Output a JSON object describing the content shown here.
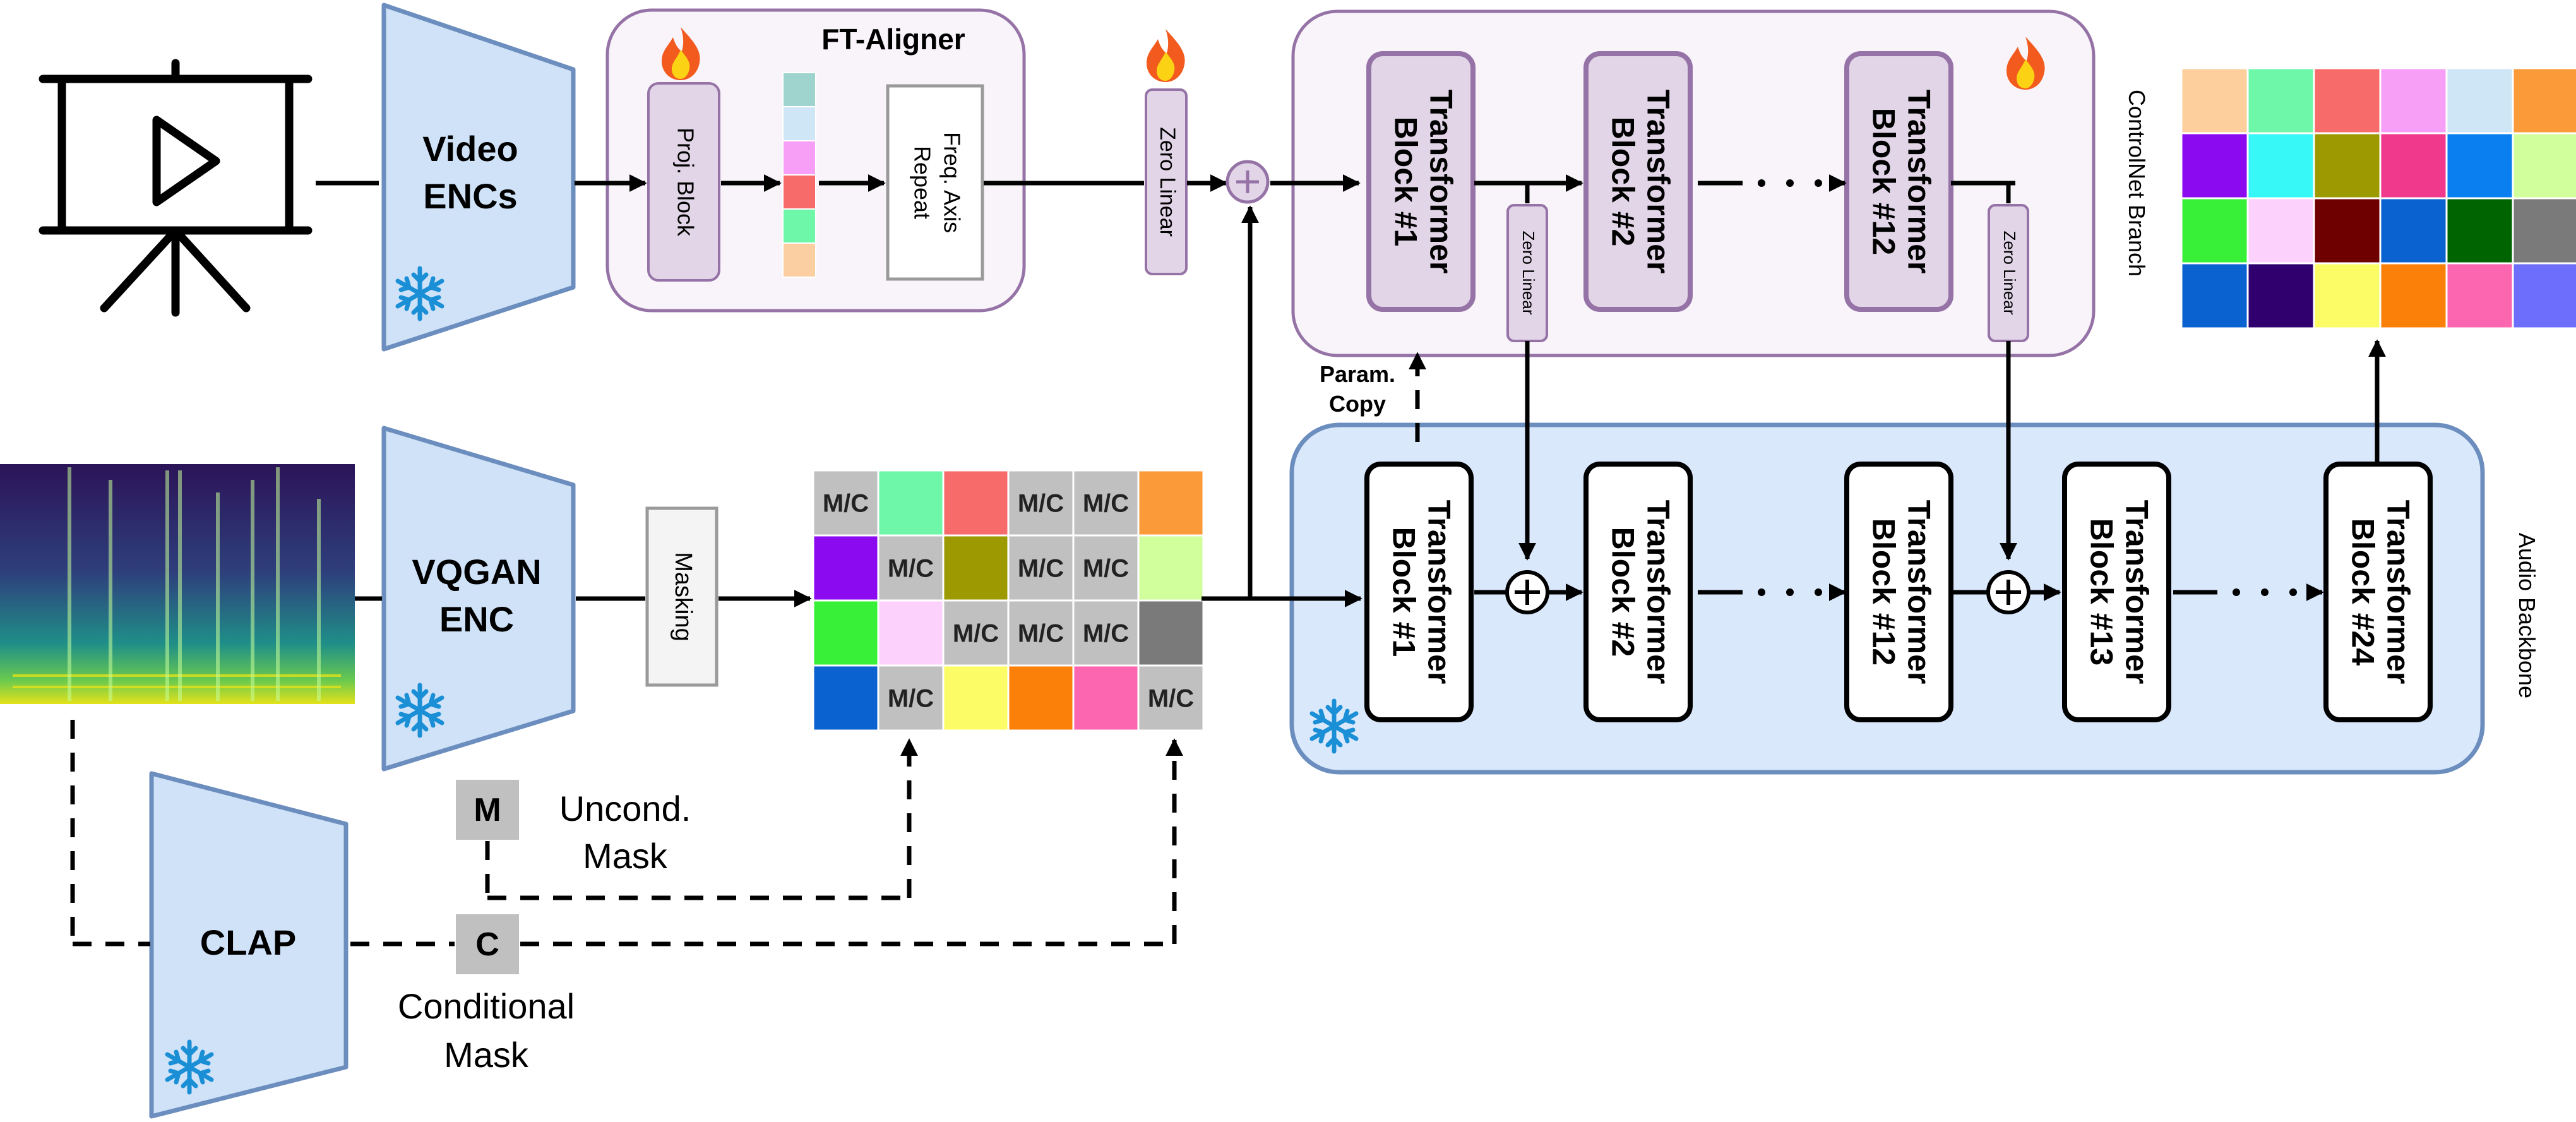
{
  "branches": {
    "ft_aligner_title": "FT-Aligner",
    "controlnet_label": "ControlNet Branch",
    "backbone_label": "Audio Backbone"
  },
  "encoders": {
    "video_line1": "Video",
    "video_line2": "ENCs",
    "vqgan_line1": "VQGAN",
    "vqgan_line2": "ENC",
    "clap": "CLAP"
  },
  "aligner": {
    "proj_block": "Proj. Block",
    "freq_line1": "Freq. Axis",
    "freq_line2": "Repeat",
    "zero_linear": "Zero Linear",
    "token_colors": [
      "#9fd4ce",
      "#cfe6f7",
      "#f79ff7",
      "#f76b6b",
      "#6ff7a9",
      "#fccfa3"
    ]
  },
  "masking": {
    "label": "Masking",
    "uncond_line1": "Uncond.",
    "uncond_line2": "Mask",
    "uncond_badge": "M",
    "cond_line1": "Conditional",
    "cond_line2": "Mask",
    "cond_badge": "C"
  },
  "param_copy": {
    "line1": "Param.",
    "line2": "Copy"
  },
  "transformer": {
    "line1": "Transformer",
    "controlnet_blocks": [
      "Block #1",
      "Block #2",
      "Block #12"
    ],
    "backbone_blocks": [
      "Block #1",
      "Block #2",
      "Block #12",
      "Block #13",
      "Block #24"
    ],
    "zero_linear": "Zero Linear"
  },
  "token_grid": {
    "cells": [
      [
        {
          "t": "M/C",
          "c": "#c0c0c0"
        },
        {
          "t": "",
          "c": "#6ff7a9"
        },
        {
          "t": "",
          "c": "#f76b6b"
        },
        {
          "t": "M/C",
          "c": "#c0c0c0"
        },
        {
          "t": "M/C",
          "c": "#c0c0c0"
        },
        {
          "t": "",
          "c": "#fa9a38"
        }
      ],
      [
        {
          "t": "",
          "c": "#8c0af0"
        },
        {
          "t": "M/C",
          "c": "#c0c0c0"
        },
        {
          "t": "",
          "c": "#9c9a00"
        },
        {
          "t": "M/C",
          "c": "#c0c0c0"
        },
        {
          "t": "M/C",
          "c": "#c0c0c0"
        },
        {
          "t": "",
          "c": "#d1ff9c"
        }
      ],
      [
        {
          "t": "",
          "c": "#38f038"
        },
        {
          "t": "",
          "c": "#fcd1fc"
        },
        {
          "t": "M/C",
          "c": "#c0c0c0"
        },
        {
          "t": "M/C",
          "c": "#c0c0c0"
        },
        {
          "t": "M/C",
          "c": "#c0c0c0"
        },
        {
          "t": "",
          "c": "#7a7a7a"
        }
      ],
      [
        {
          "t": "",
          "c": "#0a62d1"
        },
        {
          "t": "M/C",
          "c": "#c0c0c0"
        },
        {
          "t": "",
          "c": "#fcfc66"
        },
        {
          "t": "",
          "c": "#fa800a"
        },
        {
          "t": "",
          "c": "#fc66b0"
        },
        {
          "t": "M/C",
          "c": "#c0c0c0"
        }
      ]
    ]
  },
  "output_grid": {
    "cells": [
      [
        "#fccf9c",
        "#6ff7a9",
        "#f76b6b",
        "#f79ff7",
        "#cfe6f7",
        "#fa9a38"
      ],
      [
        "#8c0af0",
        "#38f7f7",
        "#9c9a00",
        "#f0388c",
        "#0a80f0",
        "#d1ff9c"
      ],
      [
        "#38f038",
        "#fcd1fc",
        "#6e0000",
        "#0a62d1",
        "#006400",
        "#7a7a7a"
      ],
      [
        "#0a62d1",
        "#30006e",
        "#fcfc66",
        "#fa800a",
        "#fc66b0",
        "#6e6efc"
      ]
    ]
  },
  "colors": {
    "encoder_fill": "#cfe2f7",
    "encoder_stroke": "#6c8ebf",
    "purple_fill": "#e1d5e7",
    "purple_stroke": "#9673a6",
    "branch_fill": "#f8f4fa",
    "backbone_fill": "#dae8fc",
    "snowflake": "#1a8fd6"
  },
  "icons": {
    "video": "projector-screen-icon",
    "spectrogram": "mel-spectrogram-image",
    "frozen": "snowflake-icon",
    "trainable": "flame-icon"
  }
}
